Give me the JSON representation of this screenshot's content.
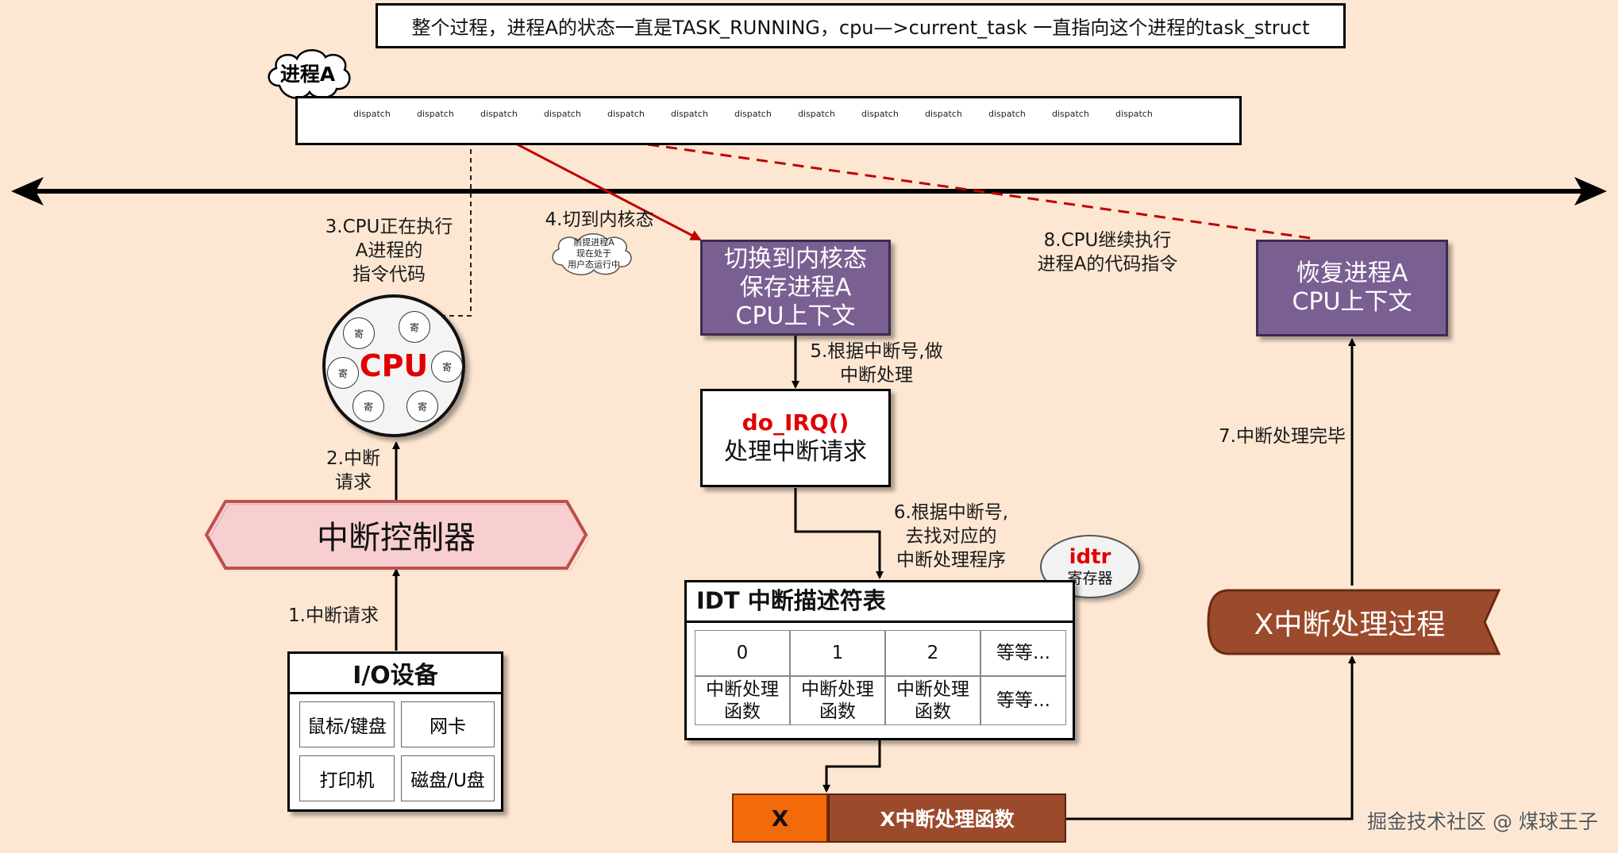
{
  "top_note": "整个过程，进程A的状态一直是TASK_RUNNING，cpu—>current_task   一直指向这个进程的task_struct",
  "process_label": "进程A",
  "dispatch_label": "dispatch",
  "cpu": {
    "label": "CPU",
    "register_label": "寄"
  },
  "steps": {
    "s1": "1.中断请求",
    "s2": "2.中断\n请求",
    "s3": "3.CPU正在执行\nA进程的\n指令代码",
    "s4": "4.切到内核态",
    "s4_note": "前提进程A\n现在处于\n用户态运行中",
    "s5": "5.根据中断号,做\n中断处理",
    "s6": "6.根据中断号,\n去找对应的\n中断处理程序",
    "s7": "7.中断处理完毕",
    "s8": "8.CPU继续执行\n进程A的代码指令"
  },
  "interrupt_controller": "中断控制器",
  "io": {
    "title": "I/O设备",
    "devices": [
      "鼠标/键盘",
      "网卡",
      "打印机",
      "磁盘/U盘"
    ]
  },
  "switch_box": "切换到内核态\n保存进程A\nCPU上下文",
  "do_irq": {
    "func": "do_IRQ()",
    "desc": "处理中断请求"
  },
  "idtr": {
    "name": "idtr",
    "desc": "寄存器"
  },
  "idt": {
    "title": "IDT 中断描述符表",
    "indices": [
      "0",
      "1",
      "2",
      "等等..."
    ],
    "handlers": [
      "中断处理\n函数",
      "中断处理\n函数",
      "中断处理\n函数",
      "等等..."
    ]
  },
  "x_entry": {
    "key": "X",
    "value": "X中断处理函数"
  },
  "x_process": "X中断处理过程",
  "restore_box": "恢复进程A\nCPU上下文",
  "watermark": "掘金技术社区 @ 煤球王子",
  "colors": {
    "background": "#fde7d2",
    "purple": "#7a5f92",
    "pink": "#f8cfd0",
    "brown": "#9c4a2c",
    "orange": "#f26a0a",
    "red_arrow": "#c00000",
    "cpu_text": "#e00000"
  }
}
